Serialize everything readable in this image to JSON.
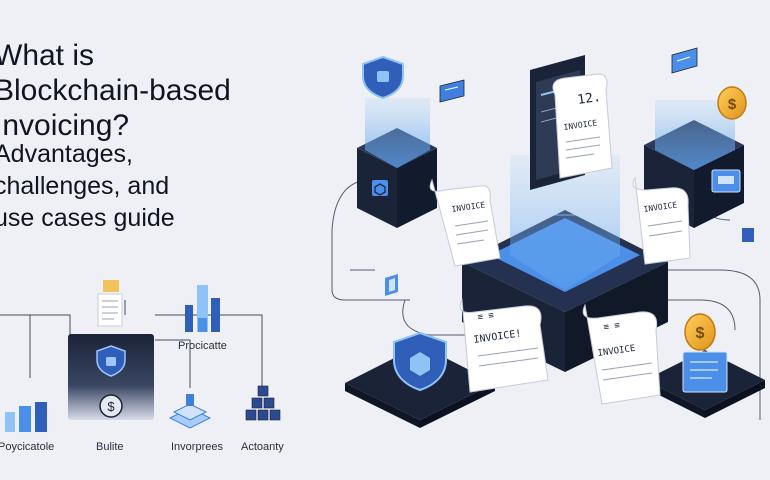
{
  "title_lines": [
    "What is",
    "Blockchain-based",
    "Invoicing?"
  ],
  "subtitle_lines": [
    "Advantages,",
    "challenges, and",
    "use cases guide"
  ],
  "captions": {
    "procicatte": "Procicatte",
    "poycicatole": "Poycicatole",
    "bulite": "Bulite",
    "invorprees": "Invorprees",
    "actoanty": "Actoanty"
  },
  "glyphs": {
    "dollar": "$",
    "invoice": "INVOICE",
    "invoice_excl": "INVOICE!",
    "invoice_number": "12."
  },
  "colors": {
    "background": "#eef0f5",
    "navy": "#1b2338",
    "blue": "#3f7fe0",
    "light_blue": "#8fc3f5",
    "gold": "#f0a928"
  }
}
